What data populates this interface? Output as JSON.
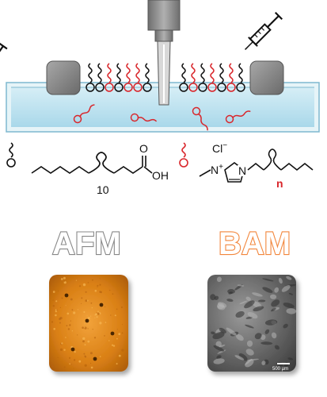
{
  "colors": {
    "water": "#bfe3ef",
    "water_edge": "#7fb8cf",
    "barrier": "#8a8a8a",
    "lipid_black": "#111111",
    "ionic_liquid_red": "#d9262b",
    "afm_image": "#e08a1e",
    "bam_image": "#6f6f6f",
    "afm_text": "#888888",
    "bam_text": "#f2863c"
  },
  "trough": {
    "barrier_left_name": "barrier-left",
    "barrier_right_name": "barrier-right",
    "probe_name": "wilhelmy-plate"
  },
  "molecules": {
    "fatty_acid": {
      "repeat_label": "10",
      "end_group_O": "O",
      "end_group_OH": "OH"
    },
    "ionic_liquid": {
      "counterion": "Cl",
      "counterion_charge": "−",
      "cation_N_plus": "N",
      "n_plus_charge": "+",
      "cation_N": "N",
      "chain_index": "n"
    }
  },
  "techniques": {
    "afm": {
      "label": "AFM"
    },
    "bam": {
      "label": "BAM",
      "scale_bar": "500 µm"
    }
  },
  "icons": [
    "syringe-icon",
    "syringe-icon"
  ]
}
